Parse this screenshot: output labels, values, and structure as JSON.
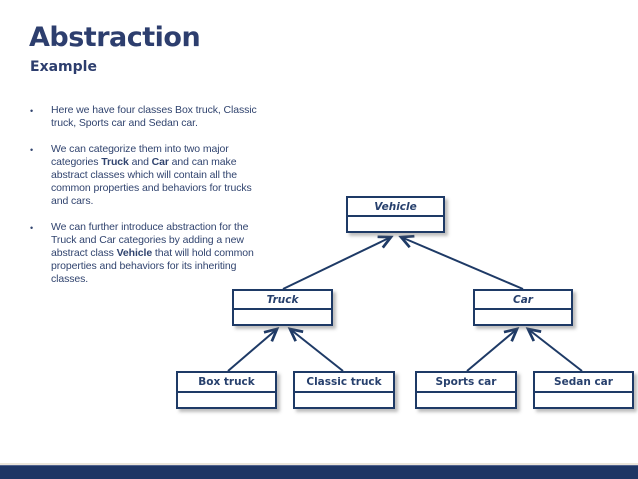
{
  "slide": {
    "title": "Abstraction",
    "subtitle": "Example",
    "bullet_char": "•"
  },
  "bullets": [
    {
      "segments": [
        {
          "text": "Here we have four classes Box truck, Classic truck, Sports car and Sedan car.",
          "bold": false
        }
      ]
    },
    {
      "segments": [
        {
          "text": "We can categorize them into two major categories ",
          "bold": false
        },
        {
          "text": "Truck",
          "bold": true
        },
        {
          "text": " and ",
          "bold": false
        },
        {
          "text": "Car",
          "bold": true
        },
        {
          "text": " and can make abstract classes which will contain all the common properties and behaviors for trucks and cars.",
          "bold": false
        }
      ]
    },
    {
      "segments": [
        {
          "text": "We can further introduce abstraction for the Truck and Car categories by adding a new abstract class ",
          "bold": false
        },
        {
          "text": "Vehicle",
          "bold": true
        },
        {
          "text": " that will hold common properties and behaviors for its inheriting classes.",
          "bold": false
        }
      ]
    }
  ],
  "diagram": {
    "boxes": [
      {
        "label": "Vehicle",
        "abstract": true
      },
      {
        "label": "Truck",
        "abstract": true
      },
      {
        "label": "Car",
        "abstract": true
      },
      {
        "label": "Box truck",
        "abstract": false
      },
      {
        "label": "Classic truck",
        "abstract": false
      },
      {
        "label": "Sports car",
        "abstract": false
      },
      {
        "label": "Sedan car",
        "abstract": false
      }
    ],
    "edges": [
      {
        "from": "Truck",
        "to": "Vehicle"
      },
      {
        "from": "Car",
        "to": "Vehicle"
      },
      {
        "from": "Box truck",
        "to": "Truck"
      },
      {
        "from": "Classic truck",
        "to": "Truck"
      },
      {
        "from": "Sports car",
        "to": "Car"
      },
      {
        "from": "Sedan car",
        "to": "Car"
      }
    ]
  },
  "colors": {
    "accent_navy": "#1e3a66",
    "title_navy": "#2d3e6e",
    "body_text": "#31446f",
    "footer_bar": "#1e3564",
    "background": "#ffffff"
  }
}
